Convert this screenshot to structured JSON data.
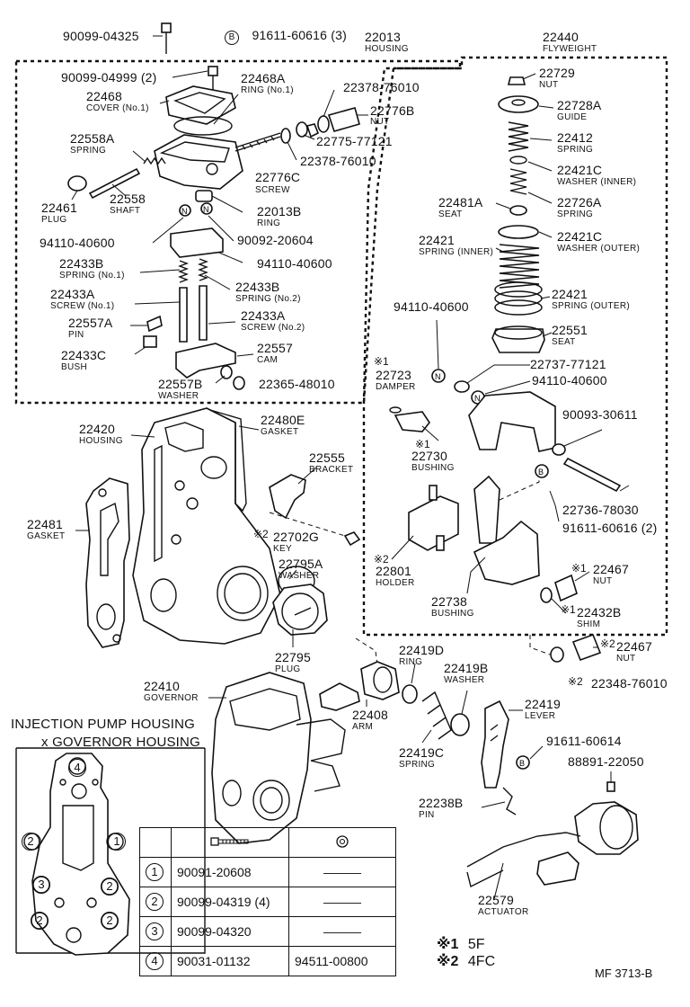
{
  "diagram_id": "MF 3713-B",
  "inset": {
    "title_line1": "INJECTION PUMP HOUSING",
    "title_line2": "x GOVERNOR HOUSING",
    "markers": [
      "4",
      "2",
      "1",
      "3",
      "2",
      "2",
      "2"
    ]
  },
  "housing_group": {
    "number": "22013",
    "name": "HOUSING"
  },
  "flyweight_group": {
    "number": "22440",
    "name": "FLYWEIGHT"
  },
  "labels": [
    {
      "id": "l1",
      "num": "90099-04325",
      "name": ""
    },
    {
      "id": "l2",
      "num": "91611-60616 (3)",
      "name": "",
      "marker": "B"
    },
    {
      "id": "l3",
      "num": "90099-04999 (2)",
      "name": ""
    },
    {
      "id": "l4",
      "num": "22468",
      "name": "COVER (No.1)"
    },
    {
      "id": "l5",
      "num": "22468A",
      "name": "RING (No.1)"
    },
    {
      "id": "l6",
      "num": "22378-76010",
      "name": ""
    },
    {
      "id": "l7",
      "num": "22776B",
      "name": "NUT"
    },
    {
      "id": "l8",
      "num": "22775-77121",
      "name": ""
    },
    {
      "id": "l9",
      "num": "22558A",
      "name": "SPRING"
    },
    {
      "id": "l10",
      "num": "22378-76010",
      "name": ""
    },
    {
      "id": "l11",
      "num": "22776C",
      "name": "SCREW"
    },
    {
      "id": "l12",
      "num": "22461",
      "name": "PLUG"
    },
    {
      "id": "l13",
      "num": "22558",
      "name": "SHAFT"
    },
    {
      "id": "l14",
      "num": "22013B",
      "name": "RING"
    },
    {
      "id": "l15",
      "num": "94110-40600",
      "name": ""
    },
    {
      "id": "l16",
      "num": "90092-20604",
      "name": ""
    },
    {
      "id": "l17",
      "num": "94110-40600",
      "name": ""
    },
    {
      "id": "l18",
      "num": "22433B",
      "name": "SPRING (No.1)"
    },
    {
      "id": "l19",
      "num": "22433B",
      "name": "SPRING (No.2)"
    },
    {
      "id": "l20",
      "num": "22433A",
      "name": "SCREW (No.1)"
    },
    {
      "id": "l21",
      "num": "22433A",
      "name": "SCREW (No.2)"
    },
    {
      "id": "l22",
      "num": "22557A",
      "name": "PIN"
    },
    {
      "id": "l23",
      "num": "22557",
      "name": "CAM"
    },
    {
      "id": "l24",
      "num": "22433C",
      "name": "BUSH"
    },
    {
      "id": "l25",
      "num": "22557B",
      "name": "WASHER"
    },
    {
      "id": "l26",
      "num": "22365-48010",
      "name": ""
    },
    {
      "id": "r1",
      "num": "22729",
      "name": "NUT"
    },
    {
      "id": "r2",
      "num": "22728A",
      "name": "GUIDE"
    },
    {
      "id": "r3",
      "num": "22412",
      "name": "SPRING"
    },
    {
      "id": "r4",
      "num": "22421C",
      "name": "WASHER (INNER)"
    },
    {
      "id": "r5",
      "num": "22481A",
      "name": "SEAT"
    },
    {
      "id": "r6",
      "num": "22726A",
      "name": "SPRING"
    },
    {
      "id": "r7",
      "num": "22421",
      "name": "SPRING (INNER)"
    },
    {
      "id": "r8",
      "num": "22421C",
      "name": "WASHER (OUTER)"
    },
    {
      "id": "r9",
      "num": "94110-40600",
      "name": ""
    },
    {
      "id": "r10",
      "num": "22421",
      "name": "SPRING (OUTER)"
    },
    {
      "id": "r11",
      "num": "22551",
      "name": "SEAT"
    },
    {
      "id": "r12",
      "num": "22737-77121",
      "name": ""
    },
    {
      "id": "r13",
      "num": "22723",
      "name": "DAMPER",
      "note": "※1"
    },
    {
      "id": "r14",
      "num": "94110-40600",
      "name": ""
    },
    {
      "id": "r15",
      "num": "90093-30611",
      "name": ""
    },
    {
      "id": "r16",
      "num": "22730",
      "name": "BUSHING",
      "note": "※1"
    },
    {
      "id": "r17",
      "num": "22736-78030",
      "name": ""
    },
    {
      "id": "r18",
      "num": "91611-60616 (2)",
      "name": ""
    },
    {
      "id": "r19",
      "num": "22801",
      "name": "HOLDER",
      "note": "※2"
    },
    {
      "id": "r20",
      "num": "22467",
      "name": "NUT",
      "note": "※1"
    },
    {
      "id": "r21",
      "num": "22738",
      "name": "BUSHING"
    },
    {
      "id": "r22",
      "num": "22432B",
      "name": "SHIM",
      "note": "※1"
    },
    {
      "id": "r23",
      "num": "22467",
      "name": "NUT",
      "note": "※2"
    },
    {
      "id": "r24",
      "num": "22348-76010",
      "name": "",
      "note": "※2"
    },
    {
      "id": "m1",
      "num": "22420",
      "name": "HOUSING"
    },
    {
      "id": "m2",
      "num": "22480E",
      "name": "GASKET"
    },
    {
      "id": "m3",
      "num": "22555",
      "name": "BRACKET"
    },
    {
      "id": "m4",
      "num": "22481",
      "name": "GASKET"
    },
    {
      "id": "m5",
      "num": "22702G",
      "name": "KEY",
      "note": "※2"
    },
    {
      "id": "m6",
      "num": "22795A",
      "name": "WASHER"
    },
    {
      "id": "m7",
      "num": "22795",
      "name": "PLUG"
    },
    {
      "id": "m8",
      "num": "22419D",
      "name": "RING"
    },
    {
      "id": "m9",
      "num": "22419B",
      "name": "WASHER"
    },
    {
      "id": "m10",
      "num": "22410",
      "name": "GOVERNOR"
    },
    {
      "id": "m11",
      "num": "22408",
      "name": "ARM"
    },
    {
      "id": "m12",
      "num": "22419",
      "name": "LEVER"
    },
    {
      "id": "m13",
      "num": "22419C",
      "name": "SPRING"
    },
    {
      "id": "m14",
      "num": "91611-60614",
      "name": "",
      "marker": "B"
    },
    {
      "id": "m15",
      "num": "88891-22050",
      "name": ""
    },
    {
      "id": "m16",
      "num": "22238B",
      "name": "PIN"
    },
    {
      "id": "m17",
      "num": "22579",
      "name": "ACTUATOR"
    }
  ],
  "fastener_table": {
    "rows": [
      {
        "marker": "1",
        "bolt": "90091-20608",
        "nut": "———"
      },
      {
        "marker": "2",
        "bolt": "90099-04319 (4)",
        "nut": "———"
      },
      {
        "marker": "3",
        "bolt": "90099-04320",
        "nut": "———"
      },
      {
        "marker": "4",
        "bolt": "90031-01132",
        "nut": "94511-00800"
      }
    ]
  },
  "footnotes": [
    {
      "mark": "※1",
      "text": "5F"
    },
    {
      "mark": "※2",
      "text": "4FC"
    }
  ]
}
